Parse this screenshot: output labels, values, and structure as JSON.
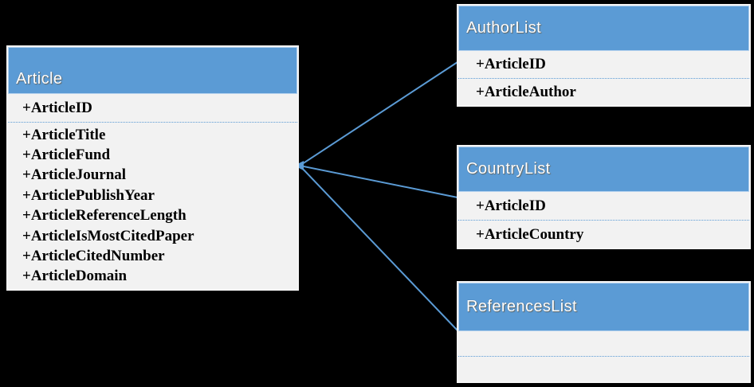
{
  "diagram": {
    "background": "#000000",
    "accent": "#5B9BD5",
    "body_bg": "#F2F2F2",
    "divider_color": "#5B9BD5",
    "connector_color": "#5B9BD5",
    "title_color": "#FFFFFF",
    "field_text_color": "#000000"
  },
  "entities": [
    {
      "title": "Article",
      "key_fields": [
        "+ArticleID"
      ],
      "fields": [
        "+ArticleTitle",
        "+ArticleFund",
        "+ArticleJournal",
        "+ArticlePublishYear",
        "+ArticleReferenceLength",
        "+ArticleIsMostCitedPaper",
        "+ArticleCitedNumber",
        "+ArticleDomain"
      ]
    },
    {
      "title": "AuthorList",
      "key_fields": [
        "+ArticleID"
      ],
      "fields": [
        "+ArticleAuthor"
      ]
    },
    {
      "title": "CountryList",
      "key_fields": [
        "+ArticleID"
      ],
      "fields": [
        "+ArticleCountry"
      ]
    },
    {
      "title": "ReferencesList",
      "key_fields": [
        ""
      ],
      "fields": [
        ""
      ]
    }
  ],
  "connectors": [
    {
      "from": "Article",
      "to": "AuthorList"
    },
    {
      "from": "Article",
      "to": "CountryList"
    },
    {
      "from": "Article",
      "to": "ReferencesList"
    }
  ]
}
